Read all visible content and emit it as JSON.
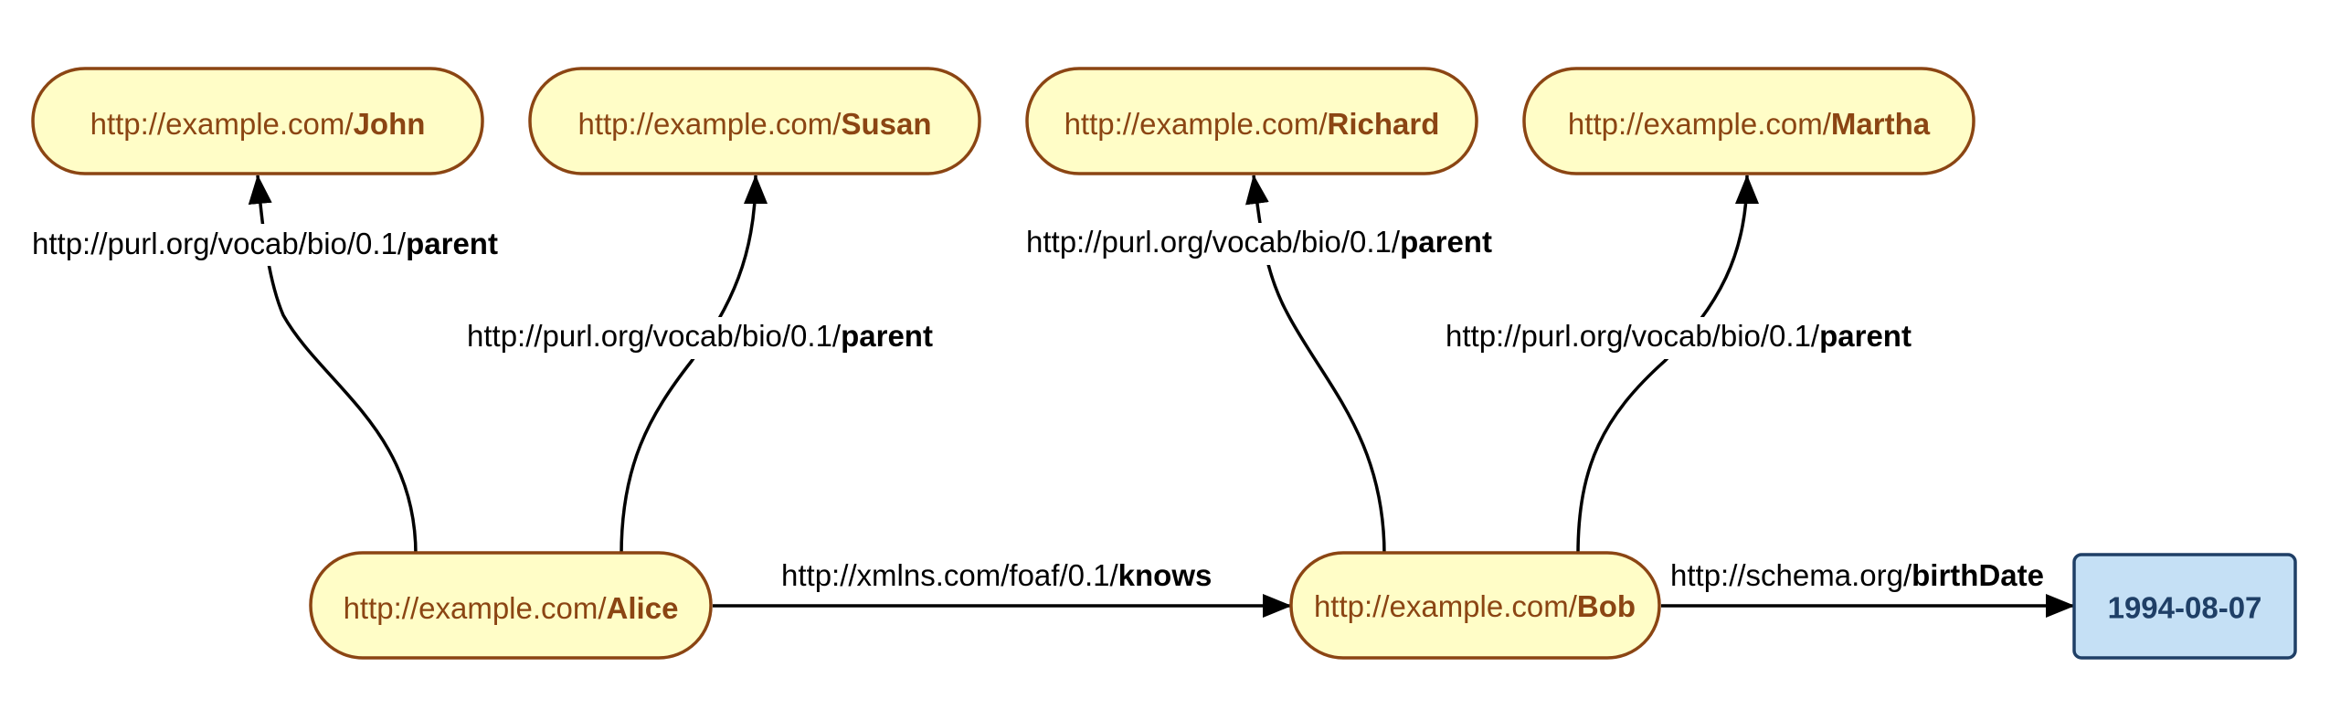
{
  "colors": {
    "resource_fill": "#fffdc7",
    "resource_stroke": "#8b4513",
    "resource_text": "#8b4513",
    "literal_fill": "#c5e0f5",
    "literal_stroke": "#1f3f66",
    "literal_text": "#1f3f66",
    "edge": "#000000"
  },
  "nodes": {
    "john": {
      "prefix": "http://example.com/",
      "local": "John"
    },
    "susan": {
      "prefix": "http://example.com/",
      "local": "Susan"
    },
    "richard": {
      "prefix": "http://example.com/",
      "local": "Richard"
    },
    "martha": {
      "prefix": "http://example.com/",
      "local": "Martha"
    },
    "alice": {
      "prefix": "http://example.com/",
      "local": "Alice"
    },
    "bob": {
      "prefix": "http://example.com/",
      "local": "Bob"
    },
    "birthdate_value": {
      "value": "1994-08-07"
    }
  },
  "edges": {
    "alice_john": {
      "prefix": "http://purl.org/vocab/bio/0.1/",
      "local": "parent"
    },
    "alice_susan": {
      "prefix": "http://purl.org/vocab/bio/0.1/",
      "local": "parent"
    },
    "bob_richard": {
      "prefix": "http://purl.org/vocab/bio/0.1/",
      "local": "parent"
    },
    "bob_martha": {
      "prefix": "http://purl.org/vocab/bio/0.1/",
      "local": "parent"
    },
    "alice_bob": {
      "prefix": "http://xmlns.com/foaf/0.1/",
      "local": "knows"
    },
    "bob_birthdate": {
      "prefix": "http://schema.org/",
      "local": "birthDate"
    }
  }
}
